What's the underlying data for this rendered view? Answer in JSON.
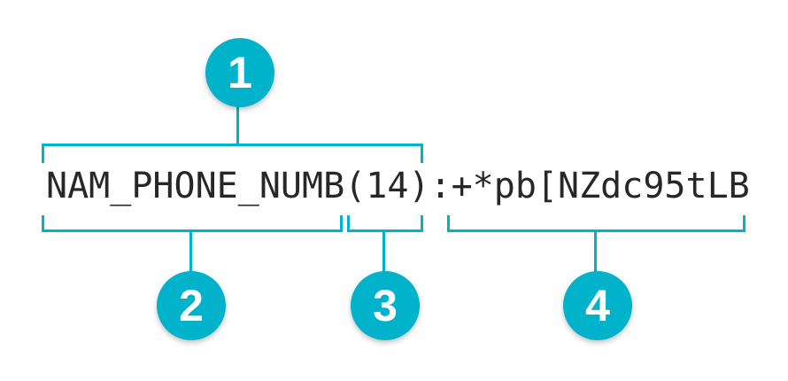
{
  "annotation": {
    "string": {
      "name": "NAM_PHONE_NUMB",
      "length": "(14)",
      "separator": ":",
      "value": "+*pb[NZdc95tLB"
    },
    "callouts": [
      {
        "label": "1",
        "target": "full-field-header"
      },
      {
        "label": "2",
        "target": "field-name"
      },
      {
        "label": "3",
        "target": "field-length"
      },
      {
        "label": "4",
        "target": "field-value"
      }
    ],
    "colors": {
      "accent": "#00b2ca",
      "text": "#272727",
      "background": "#ffffff"
    }
  }
}
